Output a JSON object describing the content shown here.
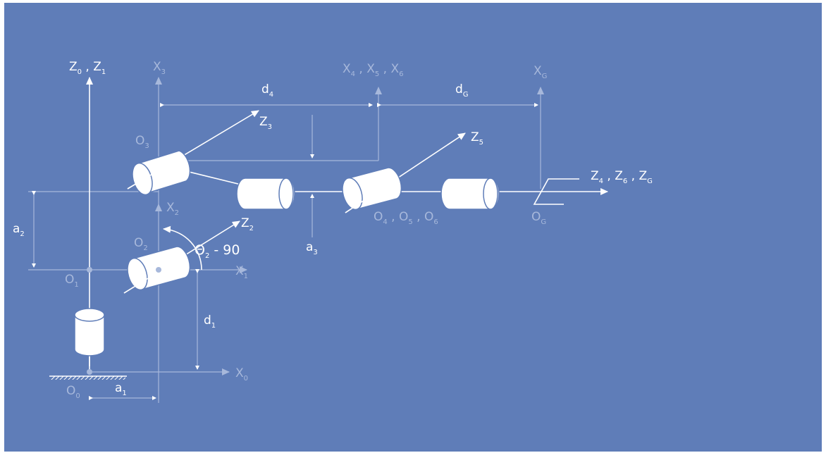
{
  "colors": {
    "background": "#5f7db8",
    "foreground": "#ffffff",
    "dim": "#a7b8db"
  },
  "labels": {
    "z0_main": "Z",
    "z0_sub": "0",
    "z0_sep": " , ",
    "z1_main": "Z",
    "z1_sub": "1",
    "x3_main": "X",
    "x3_sub": "3",
    "x4_main": "X",
    "x4_sub": "4",
    "x4_sep": " , ",
    "x5_main": "X",
    "x5_sub": "5",
    "x5_sep": " , ",
    "x6_main": "X",
    "x6_sub": "6",
    "xg_main": "X",
    "xg_sub": "G",
    "d4_main": "d",
    "d4_sub": "4",
    "dg_main": "d",
    "dg_sub": "G",
    "z3_main": "Z",
    "z3_sub": "3",
    "z5_main": "Z",
    "z5_sub": "5",
    "o3_main": "O",
    "o3_sub": "3",
    "z4_main": "Z",
    "z4_sub": "4",
    "z4_sep": " , ",
    "z6_main": "Z",
    "z6_sub": "6",
    "z6_sep": " , ",
    "zg_main": "Z",
    "zg_sub": "G",
    "a2_main": "a",
    "a2_sub": "2",
    "x2_main": "X",
    "x2_sub": "2",
    "z2_main": "Z",
    "z2_sub": "2",
    "o2_main": "O",
    "o2_sub": "2",
    "theta_main": "Θ",
    "theta_sub": "2",
    "theta_tail": " - 90",
    "o456_o4_main": "O",
    "o456_o4_sub": "4",
    "o456_sep1": " , ",
    "o456_o5_main": "O",
    "o456_o5_sub": "5",
    "o456_sep2": " , ",
    "o456_o6_main": "O",
    "o456_o6_sub": "6",
    "og_main": "O",
    "og_sub": "G",
    "a3_main": "a",
    "a3_sub": "3",
    "x1_main": "X",
    "x1_sub": "1",
    "o1_main": "O",
    "o1_sub": "1",
    "d1_main": "d",
    "d1_sub": "1",
    "x0_main": "X",
    "x0_sub": "0",
    "o0_main": "O",
    "o0_sub": "0",
    "a1_main": "a",
    "a1_sub": "1"
  },
  "icons": {
    "axis_arrow": "arrow-head-icon",
    "joint": "cylinder-joint-icon",
    "base": "ground-hatch-icon",
    "gripper": "gripper-icon"
  }
}
